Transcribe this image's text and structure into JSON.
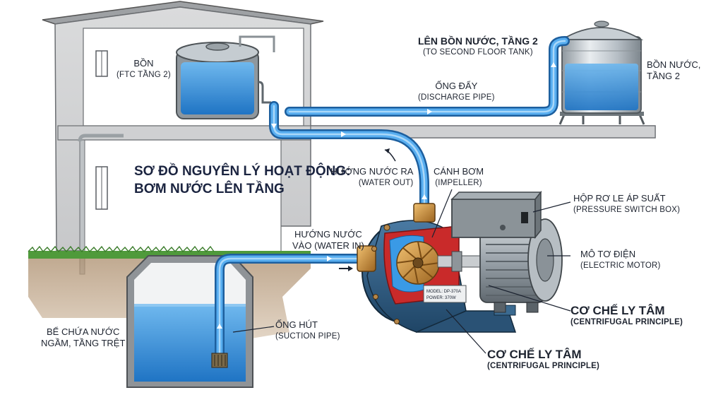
{
  "title": {
    "line1": "SƠ ĐỒ NGUYÊN LÝ HOẠT ĐỘNG:",
    "line2": "BƠM NƯỚC LÊN TẦNG"
  },
  "labels": {
    "ftc_tank": {
      "vi": "BỒN",
      "en": "(FTC TẦNG 2)"
    },
    "to_second_floor": {
      "vi": "LÊN BỒN NƯỚC, TẦNG 2",
      "en": "(TO SECOND FLOOR TANK)"
    },
    "discharge_pipe": {
      "vi": "ỐNG ĐẨY",
      "en": "(DISCHARGE PIPE)"
    },
    "second_floor_tank": {
      "line1": "BỒN NƯỚC,",
      "line2": "TẦNG 2"
    },
    "water_out": {
      "vi": "HƯỚNG NƯỚC RA",
      "en": "(WATER OUT)"
    },
    "impeller": {
      "vi": "CÁNH BƠM",
      "en": "(IMPELLER)"
    },
    "pressure_switch": {
      "vi": "HỘP RƠ LE ÁP SUẤT",
      "en": "(PRESSURE SWITCH BOX)"
    },
    "water_in": {
      "line1": "HƯỚNG NƯỚC",
      "line2": "VÀO (WATER IN)"
    },
    "electric_motor": {
      "vi": "MÔ TƠ ĐIỆN",
      "en": "(ELECTRIC MOTOR)"
    },
    "centrifugal_right": {
      "vi": "CƠ CHẾ LY TÂM",
      "en": "(CENTRIFUGAL PRINCIPLE)"
    },
    "centrifugal_bottom": {
      "vi": "CƠ CHẾ LY TÂM",
      "en": "(CENTRIFUGAL PRINCIPLE)"
    },
    "suction_pipe": {
      "vi": "ỐNG HÚT",
      "en": "(SUCTION PIPE)"
    },
    "underground_tank": {
      "line1": "BỂ CHỨA NƯỚC",
      "line2": "NGẦM, TẦNG TRỆT"
    }
  },
  "pump_plate": {
    "line1": "MODEL: DP-370A",
    "line2": "POWER: 370W"
  },
  "colors": {
    "water": "#2e8ad8",
    "pipe_edge": "#1d5f9e",
    "wall": "#d2d3d4",
    "pump_body": "#2f5d86",
    "brass": "#c9892e",
    "grass": "#4f9a3b",
    "soil": "#9a7a5a"
  }
}
